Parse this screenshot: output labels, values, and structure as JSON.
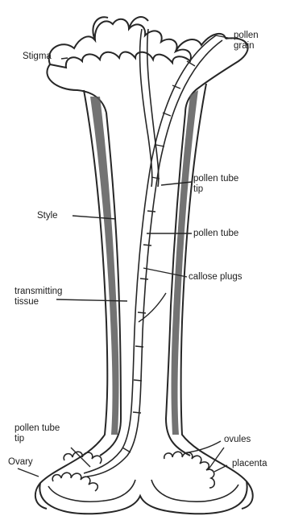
{
  "labels": {
    "pollen_grain": [
      "pollen",
      "grain"
    ],
    "stigma": "Stigma",
    "pollen_tube_tip_top": [
      "pollen tube",
      "tip"
    ],
    "style": "Style",
    "pollen_tube": "pollen tube",
    "callose_plugs": "callose plugs",
    "transmitting_tissue": [
      "transmitting",
      "tissue"
    ],
    "pollen_tube_tip_bottom": [
      "pollen tube",
      "tip"
    ],
    "ovules": "ovules",
    "ovary": "Ovary",
    "placenta": "placenta"
  },
  "colors": {
    "line": "#262626",
    "shading": "#5a5a5a",
    "background": "#ffffff"
  }
}
